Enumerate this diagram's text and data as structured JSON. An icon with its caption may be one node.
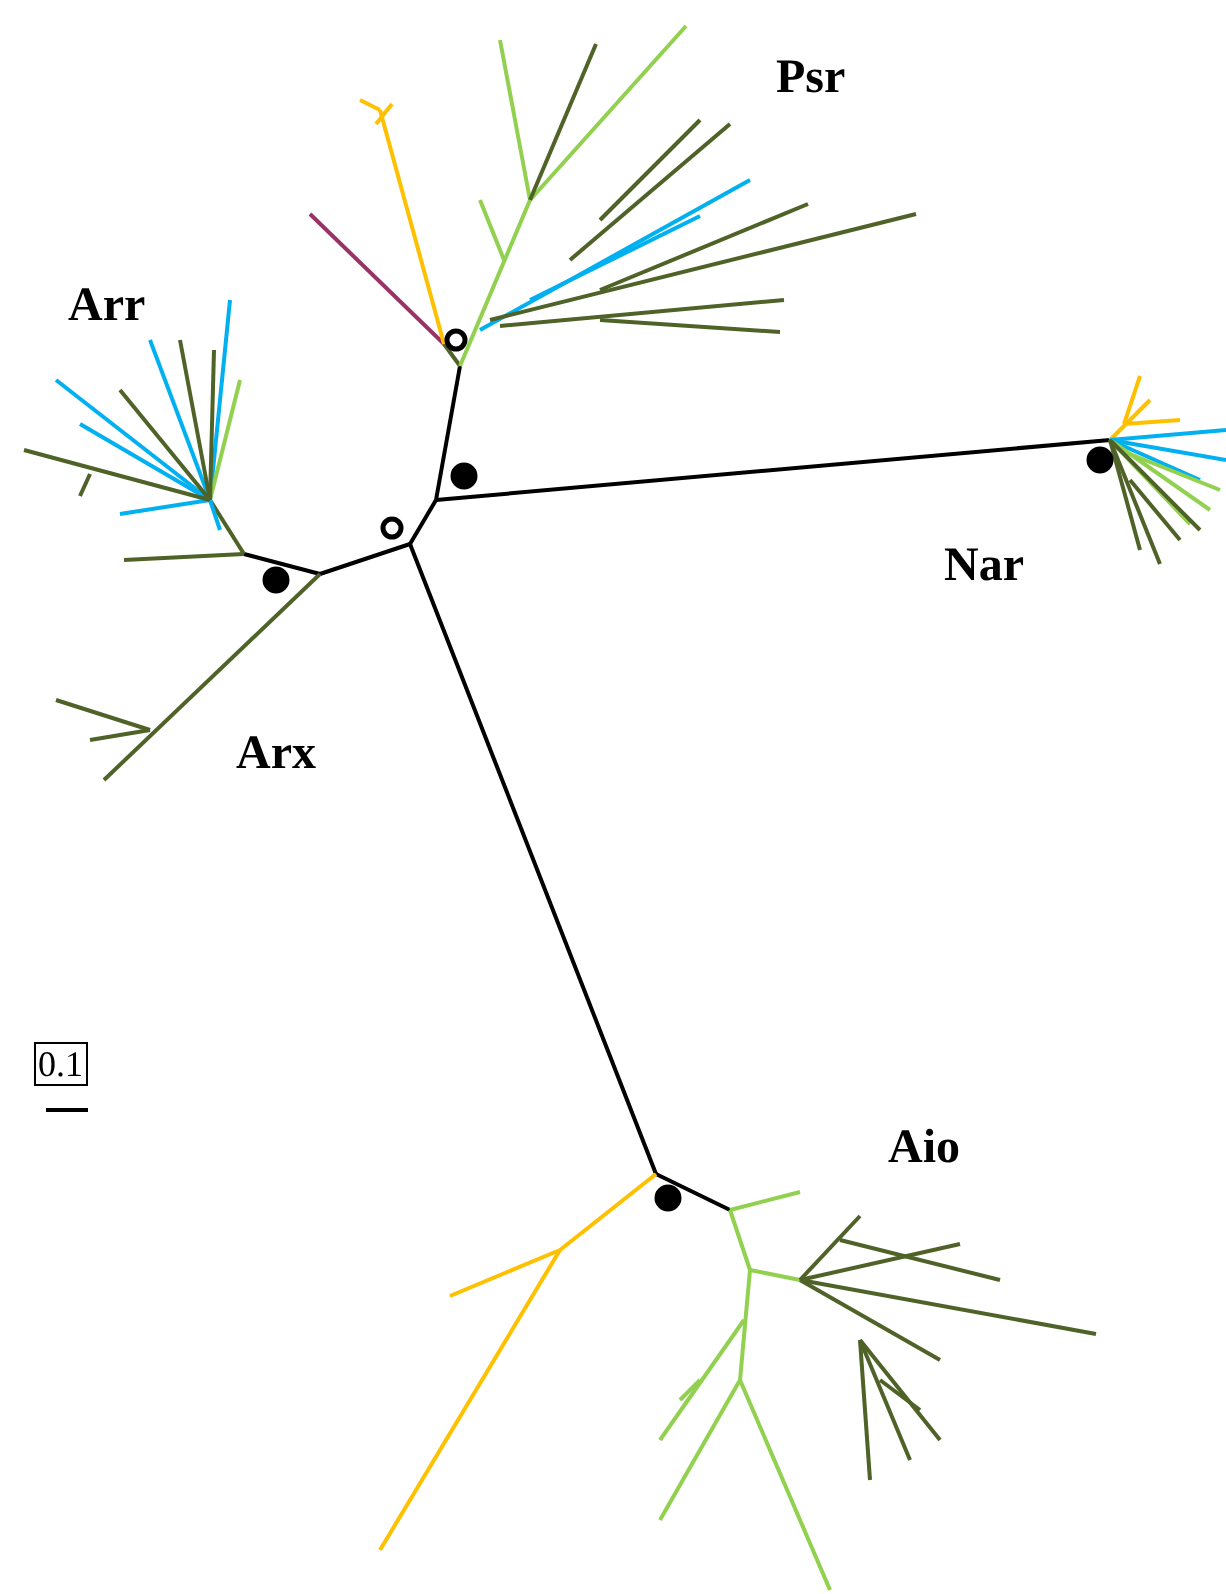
{
  "diagram": {
    "labels": [
      "Psr",
      "Arr",
      "Nar",
      "Arx",
      "Aio",
      "0.1"
    ]
  }
}
